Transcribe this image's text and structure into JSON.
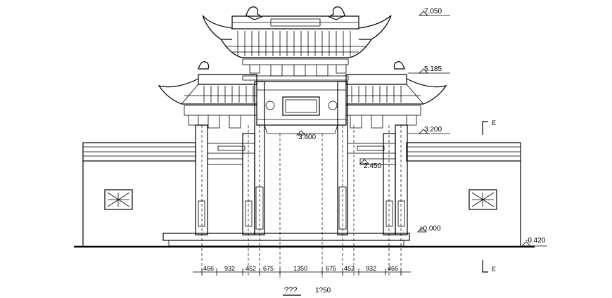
{
  "elevation_labels": [
    "7.050",
    "5.185",
    "3.200",
    "3.400",
    "2.450",
    "±0.000",
    "-0.420"
  ],
  "section_marks": [
    "E",
    "E"
  ],
  "dimensions": [
    "466",
    "932",
    "452",
    "675",
    "1350",
    "675",
    "452",
    "932",
    "466"
  ],
  "title": "???",
  "scale": "1?50",
  "colors": {
    "line": "#000000",
    "background": "#ffffff"
  }
}
